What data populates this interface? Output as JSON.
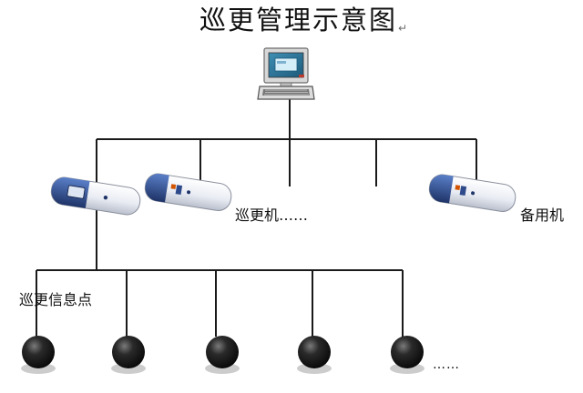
{
  "diagram": {
    "title": "巡更管理示意图",
    "title_mark": "↵",
    "host_computer": {
      "icon": "desktop-computer-icon"
    },
    "readers": {
      "label": "巡更机……",
      "devices": [
        {
          "icon": "patrol-reader-icon"
        },
        {
          "icon": "patrol-reader-icon"
        }
      ]
    },
    "spare_reader": {
      "label": "备用机",
      "icon": "patrol-reader-icon"
    },
    "checkpoints": {
      "label": "巡更信息点",
      "more_label": "……",
      "count": 5,
      "icon": "checkpoint-button-icon"
    },
    "colors": {
      "line": "#1a1a1a",
      "reader_body": "#eef0f5",
      "reader_head": "#2e4a8a",
      "checkpoint": "#141414"
    }
  }
}
